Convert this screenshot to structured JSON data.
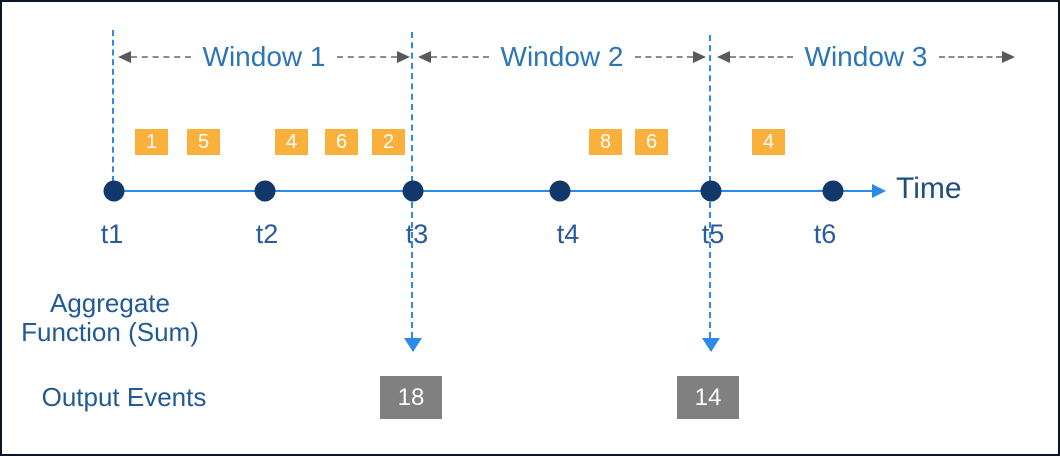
{
  "windows": [
    {
      "label": "Window 1",
      "from": "t1",
      "to": "t3"
    },
    {
      "label": "Window 2",
      "from": "t3",
      "to": "t5"
    },
    {
      "label": "Window 3",
      "from": "t5",
      "to": ""
    }
  ],
  "timeline": {
    "label": "Time",
    "ticks": [
      {
        "label": "t1"
      },
      {
        "label": "t2"
      },
      {
        "label": "t3"
      },
      {
        "label": "t4"
      },
      {
        "label": "t5"
      },
      {
        "label": "t6"
      }
    ]
  },
  "events": [
    {
      "value": "1",
      "window": "Window 1"
    },
    {
      "value": "5",
      "window": "Window 1"
    },
    {
      "value": "4",
      "window": "Window 1"
    },
    {
      "value": "6",
      "window": "Window 1"
    },
    {
      "value": "2",
      "window": "Window 1"
    },
    {
      "value": "8",
      "window": "Window 2"
    },
    {
      "value": "6",
      "window": "Window 2"
    },
    {
      "value": "4",
      "window": "Window 3"
    }
  ],
  "aggregate": {
    "line1": "Aggregate",
    "line2": "Function (Sum)"
  },
  "output": {
    "label": "Output Events",
    "values": [
      {
        "value": "18",
        "at": "t3"
      },
      {
        "value": "14",
        "at": "t5"
      }
    ]
  },
  "colors": {
    "event_box": "#F9B13B",
    "timeline_blue": "#2E8AE8",
    "dot_navy": "#12386B",
    "output_box_gray": "#808080",
    "window_label_blue": "#2E75B6",
    "caption_blue": "#215A96",
    "arrow_gray": "#595959",
    "border": "#0B1526"
  }
}
